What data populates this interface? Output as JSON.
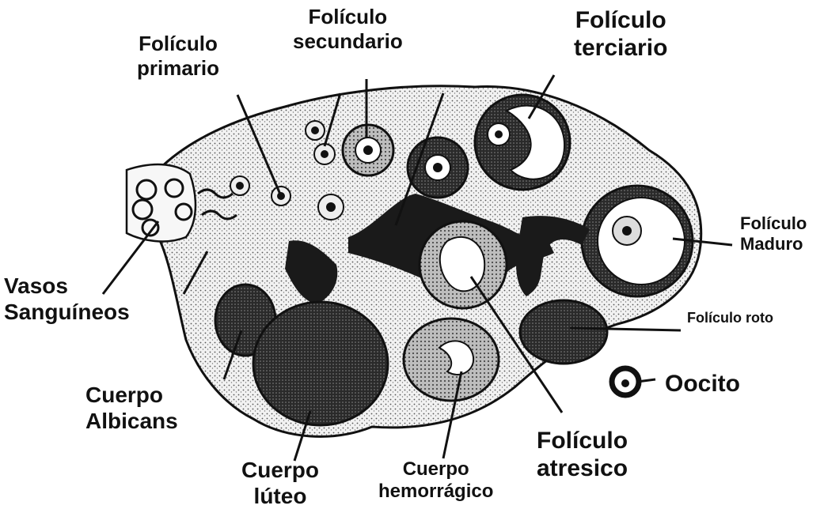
{
  "labels": {
    "foliculo_secundario": [
      "Folículo",
      "secundario"
    ],
    "foliculo_terciario": [
      "Folículo",
      "terciario"
    ],
    "foliculo_primario": [
      "Folículo",
      "primario"
    ],
    "foliculo_maduro": [
      "Folículo",
      "Maduro"
    ],
    "vasos_sanguineos": [
      "Vasos",
      "Sanguíneos"
    ],
    "foliculo_roto": "Folículo roto",
    "oocito": "Oocito",
    "cuerpo_albicans": [
      "Cuerpo",
      "Albicans"
    ],
    "foliculo_atresico": [
      "Folículo",
      "atresico"
    ],
    "cuerpo_luteo": [
      "Cuerpo",
      "lúteo"
    ],
    "cuerpo_hemorragico": [
      "Cuerpo",
      "hemorrágico"
    ]
  },
  "colors": {
    "ink": "#111111",
    "stroma": "#d9d9d9",
    "dark": "#1a1a1a",
    "paper": "#ffffff"
  }
}
